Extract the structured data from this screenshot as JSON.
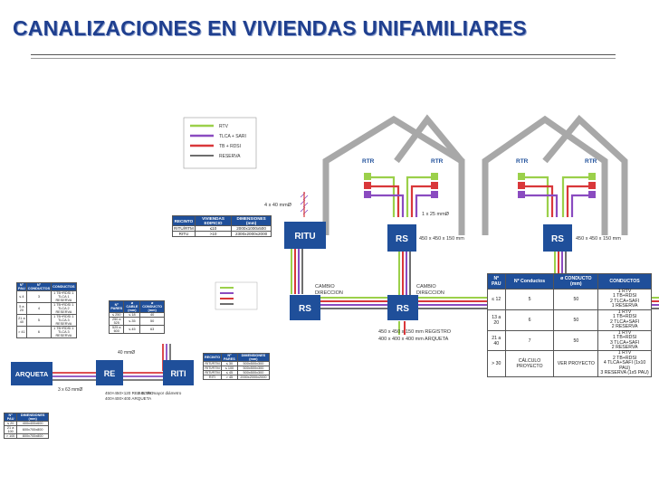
{
  "title": "CANALIZACIONES EN VIVIENDAS UNIFAMILIARES",
  "colors": {
    "title": "#1f3f8f",
    "box": "#1f4f9a",
    "house": "#a8a8a8",
    "rtv": "#9bd04a",
    "tlca_sari": "#8a4bc0",
    "tb_rdsi": "#d9373a",
    "reserva": "#6e6e6e"
  },
  "legend": {
    "rtv": "RTV",
    "tlca": "TLCA + SARI",
    "tb": "TB + RDSI",
    "reserva": "RESERVA"
  },
  "labels": {
    "rtr1": "RTR",
    "rtr2": "RTR",
    "rtr3": "RTR",
    "rtr4": "RTR",
    "ritu": "RITU",
    "rs1": "RS",
    "rs2": "RS",
    "rs3": "RS",
    "rs4": "RS",
    "arqueta": "ARQUETA",
    "re": "RE",
    "riti": "RITI",
    "d4x40": "4 x 40 mmØ",
    "d1x25": "1 x 25 mmØ",
    "rs_dim1": "450 x 450 x 150 mm",
    "rs_dim2": "450 x 450 x 150 mm",
    "cambio1": "CAMBIO",
    "direccion1": "DIRECCION",
    "cambio2": "CAMBIO",
    "direccion2": "DIRECCION",
    "reg1": "450 x 450 x 150 mm REGISTRO",
    "reg2": "400 x 400 x 400 mm ARQUETA",
    "d40": "40 mmØ",
    "d3x63": "3 x 63 mmØ",
    "reg3": "450×450×120  REGISTRO",
    "reg4": "400×400×400  ARQUETA",
    "mayor": "≥ 4L de mayor diámetro"
  },
  "table_recinto": {
    "headers": [
      "RECINTO",
      "VIVIENDAS EDIFICIO",
      "DIMENSIONES (mm)"
    ],
    "rows": [
      [
        "RITU/RTM",
        "≤10",
        "2000x1000x500"
      ],
      [
        "RITU",
        ">10",
        "2300x2000x2000"
      ]
    ]
  },
  "table_main": {
    "headers": [
      "Nº PAU",
      "Nº Conductos",
      "ø CONDUCTO (mm)",
      "CONDUCTOS"
    ],
    "rows": [
      {
        "pau": "≤ 12",
        "n": "5",
        "d": "50",
        "c": [
          "1 RTV",
          "1 TB+RDSI",
          "2 TLCA+SAFI",
          "1 RESERVA"
        ]
      },
      {
        "pau": "13 a 20",
        "n": "6",
        "d": "50",
        "c": [
          "1 RTV",
          "1 TB+RDSI",
          "2 TLCA+SAFI",
          "2 RESERVA"
        ]
      },
      {
        "pau": "21 a 40",
        "n": "7",
        "d": "50",
        "c": [
          "1 RTV",
          "1 TB+RDSI",
          "3 TLCA+SAFI",
          "2 RESERVA"
        ]
      },
      {
        "pau": "> 30",
        "n": "CÁLCULO PROYECTO",
        "d": "VER PROYECTO",
        "c": [
          "1 RTV",
          "2 TB+RDSI",
          "4 TLCA+SAFI (1x10 PAU)",
          "3 RESERVA (1x5 PAU)"
        ]
      }
    ]
  },
  "table_left": {
    "headers": [
      "Nº PAU",
      "Nº CONDUCTOS",
      "CONDUCTOS"
    ],
    "rows": [
      [
        "≤ 4",
        "3",
        "1 TB+RDSI 1 TLCA 1 RESERVA"
      ],
      [
        "5 a 20",
        "4",
        "1 TB+RDSI 1 TLCA 2 RESERVA"
      ],
      [
        "21 a 40",
        "5",
        "1 TB+RDSI 1 TLCA 3 RESERVA"
      ],
      [
        "> 41",
        "6",
        "1 TB+RDSI 1 TLCA 3 RESERVA"
      ]
    ]
  },
  "table_pares": {
    "headers": [
      "Nº PARES",
      "ø CABLE (mm)",
      "ø CONDUCTO (mm)"
    ],
    "rows": [
      [
        "≤ 250",
        "≤ 18",
        "40"
      ],
      [
        "250 a 525",
        "≤ 35",
        "50"
      ],
      [
        "525 a 600",
        "≤ 45",
        "63"
      ]
    ]
  },
  "table_recinto2": {
    "headers": [
      "RECINTO",
      "Nº PARES",
      "DIMENSIONES (mm)"
    ],
    "rows": [
      [
        "RITI/RTM",
        "≤ 30",
        "500x500x300"
      ],
      [
        "RITI/RTM",
        "≤ 100",
        "500x500x300"
      ],
      [
        "RITI/RTM",
        "≤ 45",
        "500x500x300"
      ],
      [
        "RITI",
        "> 45",
        "2000x2000x2000"
      ]
    ]
  },
  "table_arqueta": {
    "headers": [
      "Nº PAU",
      "DIMENSIONES (mm)"
    ],
    "rows": [
      [
        "≤ 20",
        "400x400x600"
      ],
      [
        "21 a 100",
        "600x700x800"
      ],
      [
        "> 100",
        "800x700x800"
      ]
    ]
  }
}
